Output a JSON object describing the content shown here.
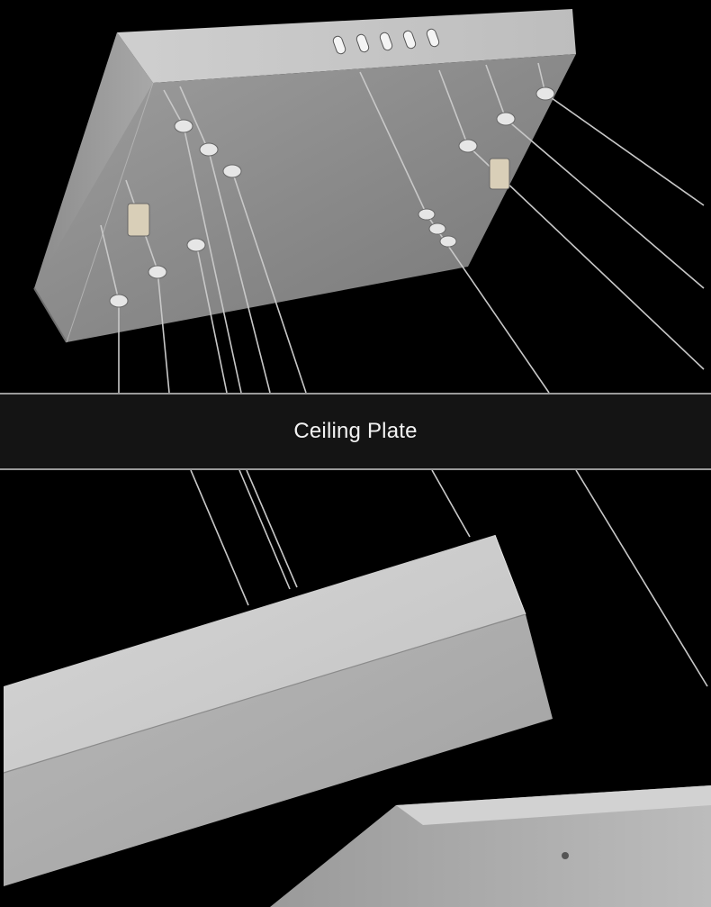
{
  "caption": {
    "label": "Ceiling Plate"
  },
  "colors": {
    "background": "#000000",
    "caption_bar": "#141414",
    "caption_border": "#9a9a9a",
    "caption_text": "#f2f2f2",
    "metal_light": "#d8d8d8",
    "metal_mid": "#a9a9a9",
    "metal_dark": "#7a7a7a",
    "wire": "#c8c8c8"
  },
  "photos": {
    "top": {
      "subject": "ceiling-plate-with-suspension-wires"
    },
    "bottom": {
      "subject": "pendant-frame-detail"
    }
  }
}
